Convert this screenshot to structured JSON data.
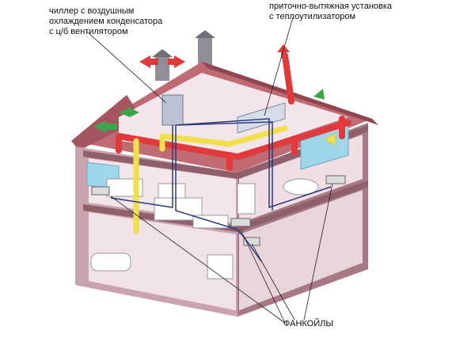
{
  "labels": {
    "chiller": [
      "чиллер с воздушным",
      "охлаждением конденсатора",
      "с ц/б вентилятором"
    ],
    "ahu": [
      "приточно-вытяжная установка",
      "с теплоутилизатором"
    ],
    "fancoils": "ФАНКОЙЛЫ"
  },
  "colors": {
    "wall": "#c9a3ad",
    "wall_dark": "#a67984",
    "roof": "#c06b74",
    "interior": "#f3e6ea",
    "duct_supply": "#e23a3a",
    "duct_return": "#f2e04a",
    "pipe": "#2b3a7a",
    "glass": "#9fd6ea"
  },
  "icons": [
    "arrow-red-icon",
    "arrow-green-icon",
    "arrow-yellow-icon"
  ]
}
